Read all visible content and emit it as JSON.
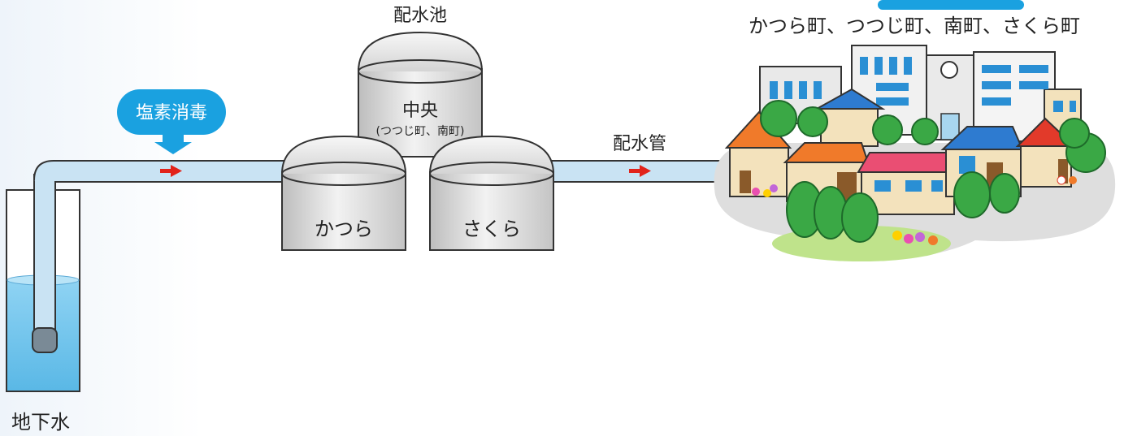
{
  "labels": {
    "reservoir_group": "配水池",
    "tank_center": "中央",
    "tank_center_sub": "(つつじ町、南町)",
    "tank_katsura": "かつら",
    "tank_sakura": "さくら",
    "chlorination": "塩素消毒",
    "pipe": "配水管",
    "groundwater": "地下水",
    "service_area": "かつら町、つつじ町、南町、さくら町"
  },
  "colors": {
    "pipe": "#c9e3f3",
    "water": "#6cc3ec",
    "badge": "#1aa1e0",
    "arrow": "#e2231a",
    "tank": "#dcdcdc",
    "ground": "#dedede",
    "tree": "#3aa845"
  }
}
